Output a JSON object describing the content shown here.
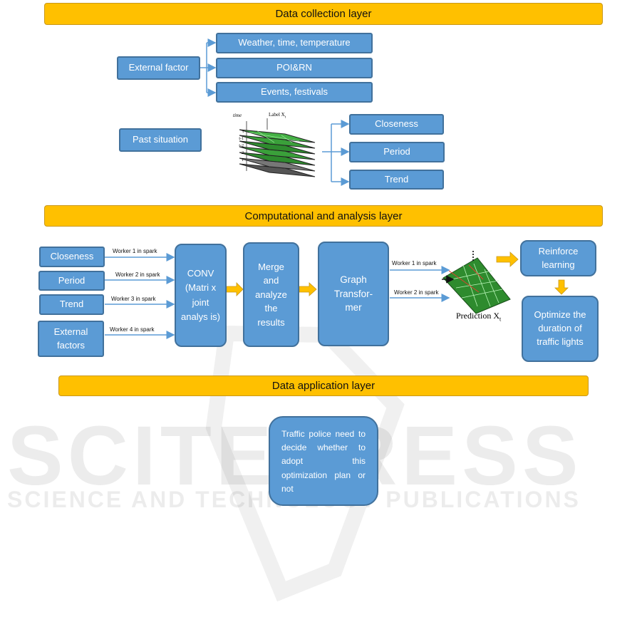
{
  "layers": {
    "collection": "Data collection layer",
    "computation": "Computational and analysis layer",
    "application": "Data application layer"
  },
  "collection": {
    "external_factor": "External factor",
    "weather": "Weather, time, temperature",
    "poi": "POI&RN",
    "events": "Events, festivals",
    "past_situation": "Past situation",
    "closeness": "Closeness",
    "period": "Period",
    "trend": "Trend",
    "figure_time_label": "time",
    "figure_label": "Label X",
    "figure_label_sub": "t",
    "figure_ticks": [
      "t",
      "t-1",
      "t-2",
      "2",
      "1"
    ]
  },
  "computation": {
    "inputs": [
      "Closeness",
      "Period",
      "Trend",
      "External factors"
    ],
    "workers": [
      "Worker 1 in spark",
      "Worker 2 in spark",
      "Worker 3 in spark",
      "Worker 4 in spark"
    ],
    "conv": "CONV (Matri x joint analys is)",
    "merge": "Merge and analyze the results",
    "graph": "Graph Transfor- mer",
    "out_workers": [
      "Worker 1 in spark",
      "Worker 2 in spark"
    ],
    "prediction": "Prediction X",
    "prediction_sub": "t",
    "reinforce": "Reinforce learning",
    "optimize": "Optimize the duration of traffic lights"
  },
  "application": {
    "police": "Traffic police need to decide whether to adopt this optimization plan or not"
  },
  "watermark": {
    "main": "SCITEPRESS",
    "sub": "SCIENCE AND TECHNOLOGY PUBLICATIONS"
  },
  "colors": {
    "layer_bar": "#FFC000",
    "box_fill": "#5B9BD5",
    "box_border": "#41719C",
    "arrow": "#5B9BD5",
    "block_arrow": "#FFC000"
  }
}
